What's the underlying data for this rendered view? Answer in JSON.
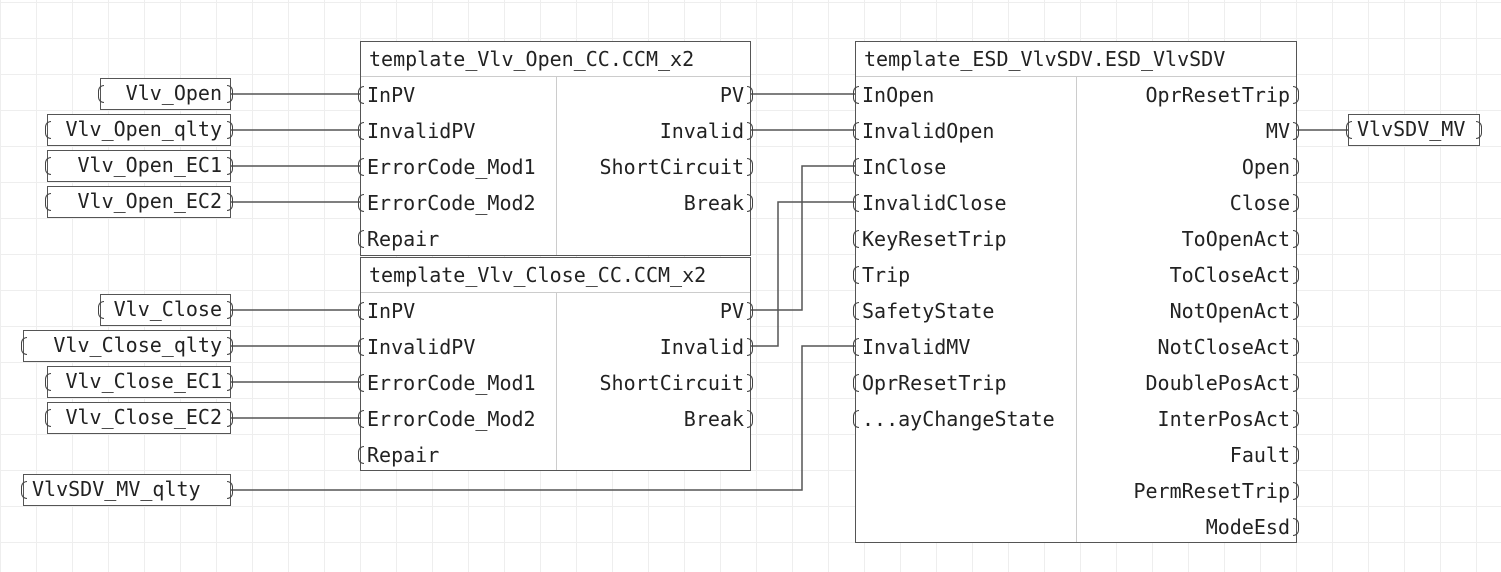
{
  "blocks": {
    "open_cc": {
      "title": "template_Vlv_Open_CC.CCM_x2",
      "inputs": [
        "InPV",
        "InvalidPV",
        "ErrorCode_Mod1",
        "ErrorCode_Mod2",
        "Repair"
      ],
      "outputs": [
        "PV",
        "Invalid",
        "ShortCircuit",
        "Break"
      ]
    },
    "close_cc": {
      "title": "template_Vlv_Close_CC.CCM_x2",
      "inputs": [
        "InPV",
        "InvalidPV",
        "ErrorCode_Mod1",
        "ErrorCode_Mod2",
        "Repair"
      ],
      "outputs": [
        "PV",
        "Invalid",
        "ShortCircuit",
        "Break"
      ]
    },
    "esd": {
      "title": "template_ESD_VlvSDV.ESD_VlvSDV",
      "inputs": [
        "InOpen",
        "InvalidOpen",
        "InClose",
        "InvalidClose",
        "KeyResetTrip",
        "Trip",
        "SafetyState",
        "InvalidMV",
        "OprResetTrip",
        "...ayChangeState"
      ],
      "outputs": [
        "OprResetTrip",
        "MV",
        "Open",
        "Close",
        "ToOpenAct",
        "ToCloseAct",
        "NotOpenAct",
        "NotCloseAct",
        "DoublePosAct",
        "InterPosAct",
        "Fault",
        "PermResetTrip",
        "ModeEsd"
      ]
    }
  },
  "variables": {
    "inputs": [
      "Vlv_Open",
      "Vlv_Open_qlty",
      "Vlv_Open_EC1",
      "Vlv_Open_EC2",
      "Vlv_Close",
      "Vlv_Close_qlty",
      "Vlv_Close_EC1",
      "Vlv_Close_EC2",
      "VlvSDV_MV_qlty"
    ],
    "outputs": [
      "VlvSDV_MV"
    ]
  }
}
